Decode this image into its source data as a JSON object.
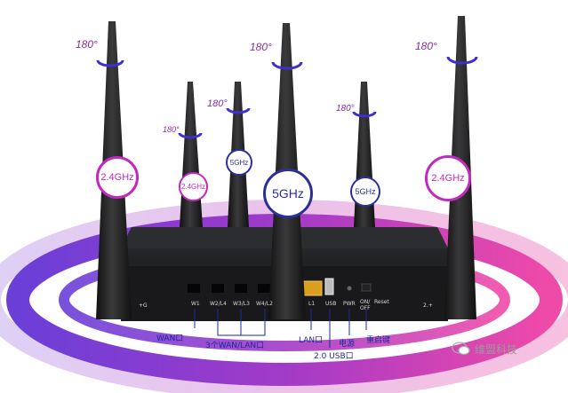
{
  "colors": {
    "ring_pink": "#ec3fa8",
    "ring_purple": "#8e2fb5",
    "ring_blue": "#5b3fd0",
    "router_body": "#1c1d1f",
    "freq_border": "#c02ac0",
    "freq_border_5g": "#2b2f9a",
    "callout": "#1a2a9a"
  },
  "antennas": [
    {
      "rotation": "180°",
      "band": "2.4GHz"
    },
    {
      "rotation": "180°",
      "band": "2.4GHz"
    },
    {
      "rotation": "180°",
      "band": "5GHz"
    },
    {
      "rotation": "180°",
      "band": "5GHz"
    },
    {
      "rotation": "180°",
      "band": "5GHz"
    },
    {
      "rotation": "180°",
      "band": "2.4GHz"
    }
  ],
  "ports": {
    "power_left": "+G",
    "w1": "W1",
    "w2": "W2/L4",
    "w3": "W3/L3",
    "w4": "W4/L2",
    "l1": "L1",
    "usb": "USB",
    "pwr": "PWR",
    "onoff": "ON/\nOFF",
    "reset": "Reset",
    "power_right": "2.+"
  },
  "callouts": {
    "wan": "WAN口",
    "wan_lan": "3个WAN/LAN口",
    "lan": "LAN口",
    "usb": "2.0 USB口",
    "power": "电源",
    "reset": "重启键"
  },
  "watermark": "维盟科技"
}
